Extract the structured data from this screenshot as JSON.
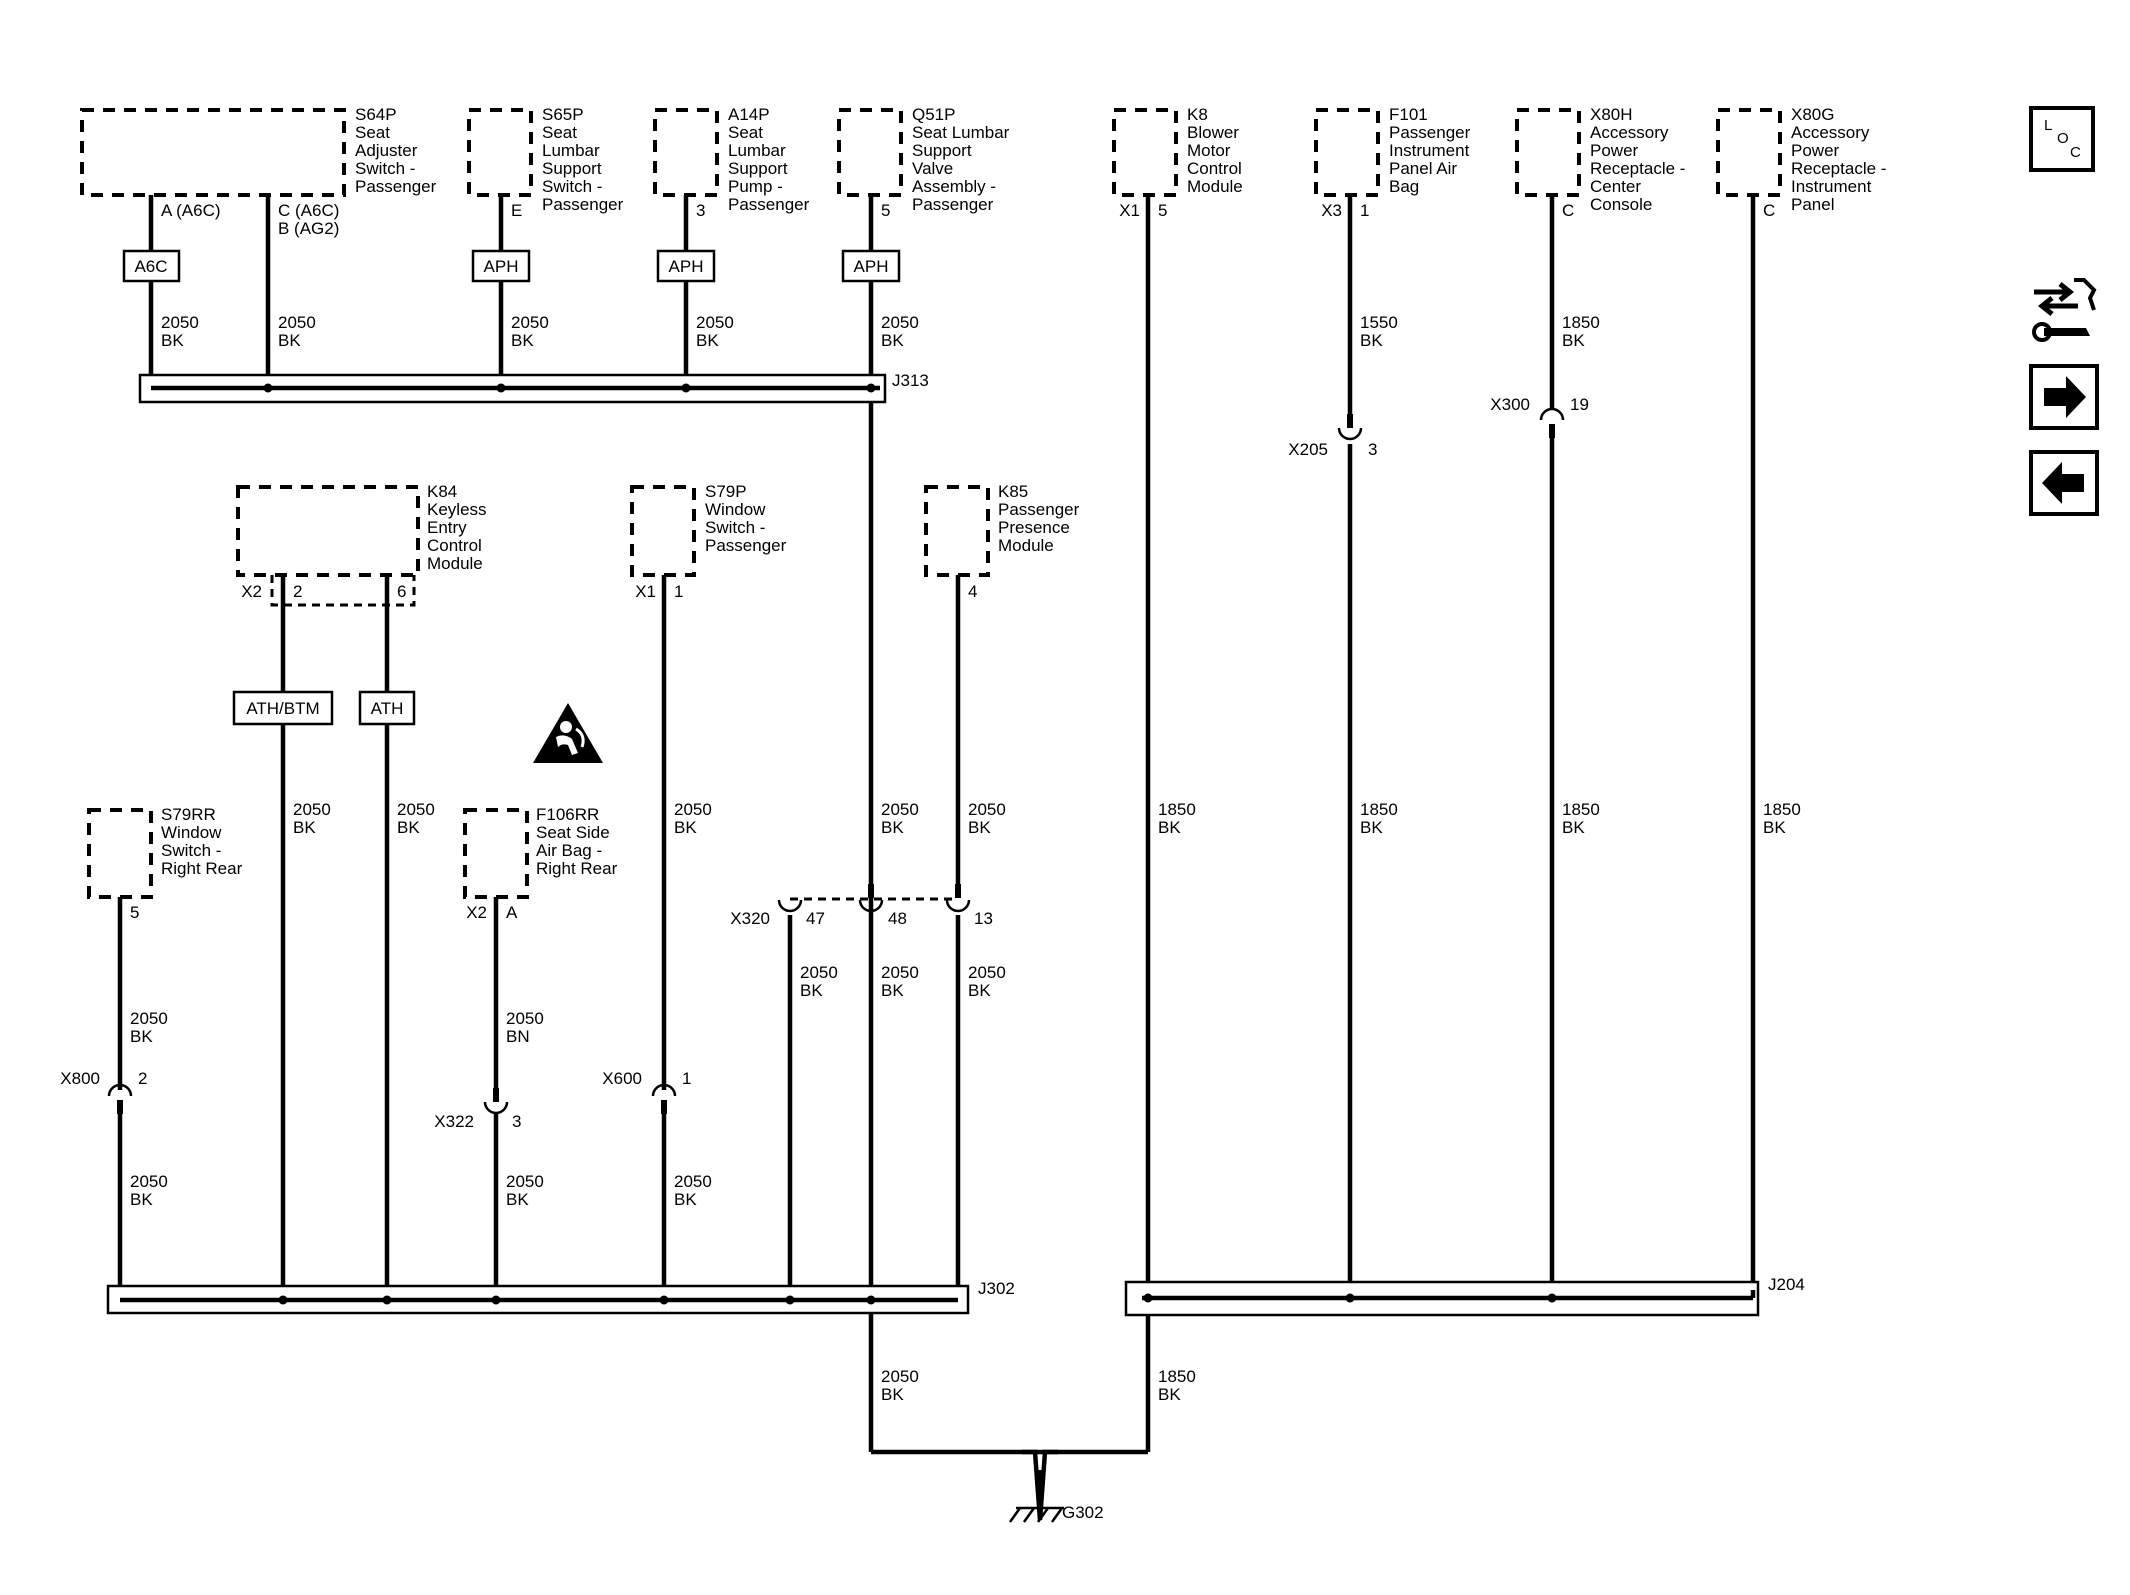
{
  "components": [
    {
      "ref": "S64P",
      "lines": [
        "Seat",
        "Adjuster",
        "Switch -",
        "Passenger"
      ]
    },
    {
      "ref": "S65P",
      "lines": [
        "Seat",
        "Lumbar",
        "Support",
        "Switch -",
        "Passenger"
      ]
    },
    {
      "ref": "A14P",
      "lines": [
        "Seat",
        "Lumbar",
        "Support",
        "Pump -",
        "Passenger"
      ]
    },
    {
      "ref": "Q51P",
      "lines": [
        "Seat Lumbar",
        "Support",
        "Valve",
        "Assembly -",
        "Passenger"
      ]
    },
    {
      "ref": "K8",
      "lines": [
        "Blower",
        "Motor",
        "Control",
        "Module"
      ]
    },
    {
      "ref": "F101",
      "lines": [
        "Passenger",
        "Instrument",
        "Panel Air",
        "Bag"
      ]
    },
    {
      "ref": "X80H",
      "lines": [
        "Accessory",
        "Power",
        "Receptacle -",
        "Center",
        "Console"
      ]
    },
    {
      "ref": "X80G",
      "lines": [
        "Accessory",
        "Power",
        "Receptacle -",
        "Instrument",
        "Panel"
      ]
    },
    {
      "ref": "K84",
      "lines": [
        "Keyless",
        "Entry",
        "Control",
        "Module"
      ]
    },
    {
      "ref": "S79P",
      "lines": [
        "Window",
        "Switch -",
        "Passenger"
      ]
    },
    {
      "ref": "K85",
      "lines": [
        "Passenger",
        "Presence",
        "Module"
      ]
    },
    {
      "ref": "S79RR",
      "lines": [
        "Window",
        "Switch -",
        "Right Rear"
      ]
    },
    {
      "ref": "F106RR",
      "lines": [
        "Seat Side",
        "Air Bag -",
        "Right Rear"
      ]
    }
  ],
  "pins": {
    "s64p_a": "A (A6C)",
    "s64p_c": "C (A6C)",
    "s64p_b": "B (AG2)",
    "s65p": "E",
    "a14p": "3",
    "q51p": "5",
    "k8_conn": "X1",
    "k8_pin": "5",
    "f101_conn": "X3",
    "f101_pin": "1",
    "x80h": "C",
    "x80g": "C",
    "k84_conn": "X2",
    "k84_pin1": "2",
    "k84_pin2": "6",
    "s79p_conn": "X1",
    "s79p_pin": "1",
    "k85": "4",
    "s79rr": "5",
    "f106rr_conn": "X2",
    "f106rr_pin": "A"
  },
  "options": {
    "a6c": "A6C",
    "aph": "APH",
    "athbtm": "ATH/BTM",
    "ath": "ATH"
  },
  "wire": {
    "g2050": "2050",
    "g1850": "1850",
    "g1550": "1550",
    "bk": "BK",
    "bn": "BN"
  },
  "connectors": {
    "x300": "X300",
    "x300_pin": "19",
    "x205": "X205",
    "x205_pin": "3",
    "x320": "X320",
    "x320_p1": "47",
    "x320_p2": "48",
    "x320_p3": "13",
    "x800": "X800",
    "x800_pin": "2",
    "x322": "X322",
    "x322_pin": "3",
    "x600": "X600",
    "x600_pin": "1"
  },
  "splices": {
    "j313": "J313",
    "j302": "J302",
    "j204": "J204"
  },
  "ground": "G302",
  "nav": {
    "loc_l": "L",
    "loc_o": "O",
    "loc_c": "C"
  },
  "icons": [
    "loc-icon",
    "troubleshoot-icon",
    "next-arrow-icon",
    "back-arrow-icon",
    "airbag-warning-icon",
    "ground-symbol-icon"
  ]
}
